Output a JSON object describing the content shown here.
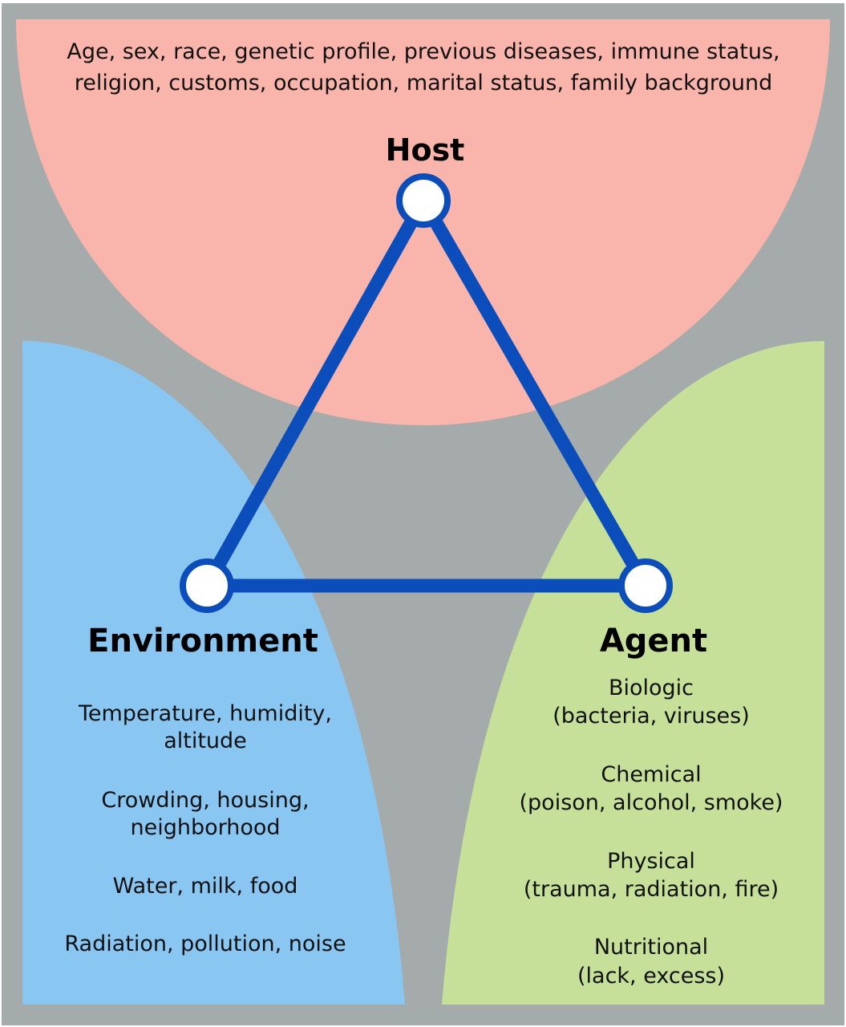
{
  "colors": {
    "background": "#a4abaa",
    "host_region": "#f9b4ab",
    "environment_region": "#8ac6f2",
    "agent_region": "#c6e09a",
    "triangle": "#0a4dbb",
    "node_fill": "#ffffff",
    "text": "#111111"
  },
  "host": {
    "title": "Host",
    "lines": [
      "Age, sex, race, genetic profile, previous diseases, immune status,",
      "religion, customs, occupation, marital status, family background"
    ]
  },
  "environment": {
    "title": "Environment",
    "groups": [
      [
        "Temperature, humidity,",
        "altitude"
      ],
      [
        "Crowding, housing,",
        "neighborhood"
      ],
      [
        "Water, milk, food"
      ],
      [
        "Radiation, pollution, noise"
      ]
    ]
  },
  "agent": {
    "title": "Agent",
    "groups": [
      [
        "Biologic",
        "(bacteria, viruses)"
      ],
      [
        "Chemical",
        "(poison, alcohol, smoke)"
      ],
      [
        "Physical",
        "(trauma, radiation, fire)"
      ],
      [
        "Nutritional",
        "(lack, excess)"
      ]
    ]
  },
  "triangle": {
    "nodes": [
      "host",
      "environment",
      "agent"
    ],
    "edges": [
      [
        "host",
        "environment"
      ],
      [
        "host",
        "agent"
      ],
      [
        "environment",
        "agent"
      ]
    ]
  }
}
